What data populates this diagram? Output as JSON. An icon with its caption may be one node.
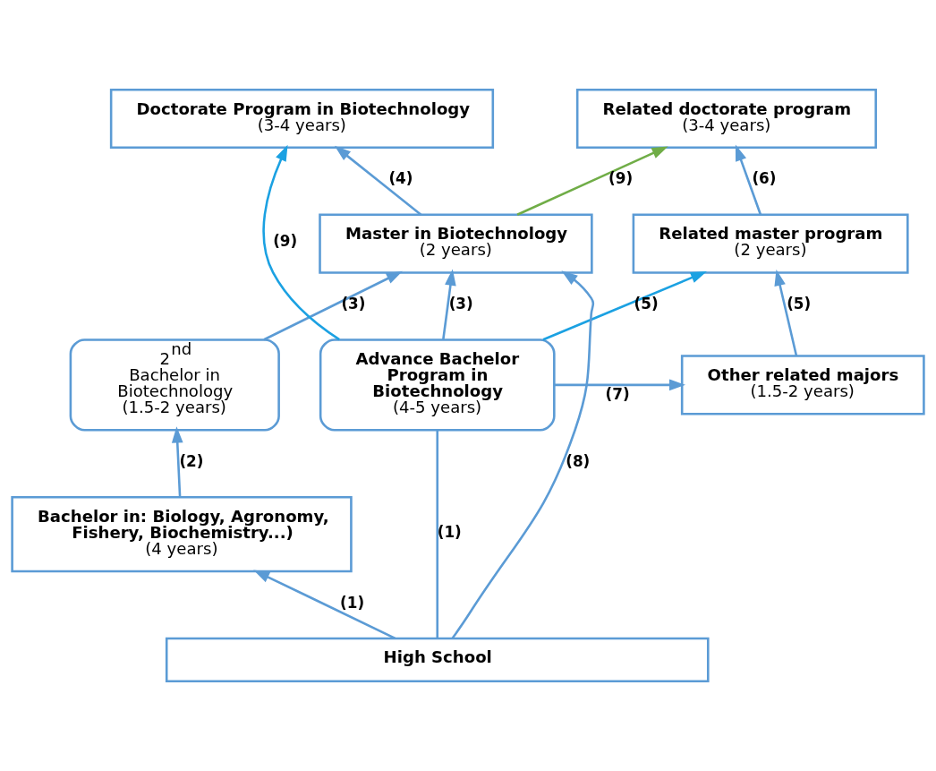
{
  "diagram": {
    "nodes": [
      {
        "text": [
          "Doctorate Program in Biotechnology",
          "(3-4 years)"
        ]
      },
      {
        "text": [
          "Related doctorate program",
          "(3-4 years)"
        ]
      },
      {
        "text": [
          "Master in Biotechnology",
          "(2 years)"
        ]
      },
      {
        "text": [
          "Related master program",
          "(2 years)"
        ]
      },
      {
        "text": [
          "2$^{nd}$ Bachelor in Biotechnology",
          "(1.5-2 years)"
        ]
      },
      {
        "text": [
          "Advance Bachelor Program in Biotechnology",
          "(4-5 years)"
        ]
      },
      {
        "text": [
          "Other related majors",
          "(1.5-2 years)"
        ]
      },
      {
        "text": [
          "Bachelor in: Biology, Agronomy, Fishery, Biochemistry...)",
          "(4 years)"
        ]
      },
      {
        "text": [
          "High School"
        ]
      }
    ],
    "edges": [
      {
        "from": 8,
        "to": 7,
        "arrow": "to",
        "label": "(1)"
      },
      {
        "from": 8,
        "to": 5,
        "arrow": "none",
        "label": "(1)"
      },
      {
        "from": 7,
        "to": 4,
        "arrow": "to",
        "label": "(2)"
      },
      {
        "from": 4,
        "to": 2,
        "arrow": "to",
        "label": "(3)"
      },
      {
        "from": 5,
        "to": 2,
        "arrow": "to",
        "label": "(3)"
      },
      {
        "from": 2,
        "to": 0,
        "arrow": "to",
        "label": "(4)"
      },
      {
        "from": 5,
        "to": 3,
        "arrow": "to",
        "label": "(5)",
        "color": "#1ba1e2"
      },
      {
        "from": 6,
        "to": 3,
        "arrow": "to",
        "label": "(5)"
      },
      {
        "from": 3,
        "to": 1,
        "arrow": "to",
        "label": "(6)"
      },
      {
        "from": 5,
        "to": 6,
        "arrow": "to",
        "label": "(7)"
      },
      {
        "from": 8,
        "to": 2,
        "arrow": "to",
        "label": "(8)"
      },
      {
        "from": 5,
        "to": 0,
        "arrow": "to",
        "label": "(9)",
        "color": "#1ba1e2"
      },
      {
        "from": 2,
        "to": 1,
        "arrow": "to",
        "label": "(9)",
        "color": "#70ad47"
      }
    ]
  }
}
